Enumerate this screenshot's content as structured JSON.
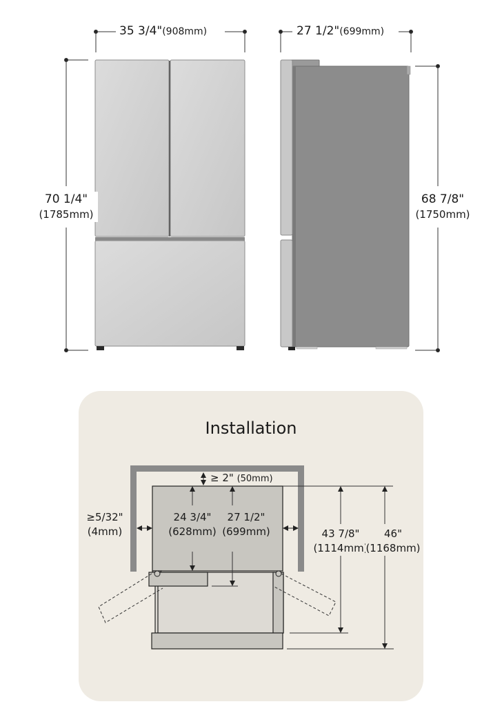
{
  "front_view": {
    "width_label": {
      "inches": "35 3/4\"",
      "mm": "(908mm)"
    },
    "height_label": {
      "inches": "70 1/4\"",
      "mm": "(1785mm)"
    }
  },
  "side_view": {
    "depth_label": {
      "inches": "27 1/2\"",
      "mm": "(699mm)"
    },
    "height_label": {
      "inches": "68 7/8\"",
      "mm": "(1750mm)"
    }
  },
  "installation": {
    "title": "Installation",
    "top_clearance": {
      "inches": "≥ 2\"",
      "mm": "(50mm)"
    },
    "side_clearance": {
      "inches": "≥5/32\"",
      "mm": "(4mm)"
    },
    "depth_cabinet": {
      "inches": "24 3/4\"",
      "mm": "(628mm)"
    },
    "depth_total": {
      "inches": "27 1/2\"",
      "mm": "(699mm)"
    },
    "depth_door_open": {
      "inches": "43 7/8\"",
      "mm": "(1114mm)"
    },
    "depth_max": {
      "inches": "46\"",
      "mm": "(1168mm)"
    }
  },
  "colors": {
    "panel_bg": "#efebe3",
    "fridge_front": "#d3d3d3",
    "fridge_side": "#8c8c8c",
    "wall": "#8a8a8a",
    "plan_body": "#c8c6c0",
    "plan_inner": "#dddad4"
  }
}
